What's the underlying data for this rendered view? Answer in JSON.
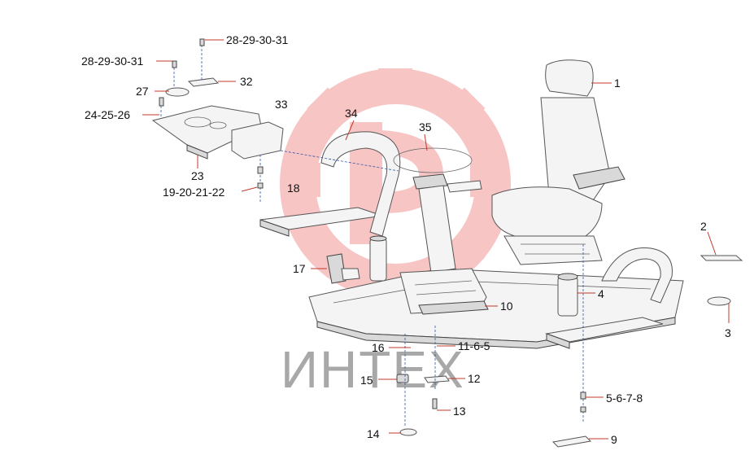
{
  "watermark": {
    "text": "ИНТЕХ",
    "gear_color": "#f08080",
    "text_color": "#8c8c8c"
  },
  "callouts": {
    "c1": "1",
    "c2": "2",
    "c3": "3",
    "c4": "4",
    "c5_6_7_8": "5-6-7-8",
    "c9": "9",
    "c10": "10",
    "c11_6_5": "11-6-5",
    "c12": "12",
    "c13": "13",
    "c14": "14",
    "c15": "15",
    "c16": "16",
    "c17": "17",
    "c18": "18",
    "c19_20_21_22": "19-20-21-22",
    "c23": "23",
    "c24_25_26": "24-25-26",
    "c27": "27",
    "c28_29_30_31_top": "28-29-30-31",
    "c28_29_30_31_left": "28-29-30-31",
    "c32": "32",
    "c33": "33",
    "c34": "34",
    "c35": "35"
  },
  "colors": {
    "leader": "#c0392b",
    "axis": "#3355aa",
    "outline": "#555555"
  }
}
